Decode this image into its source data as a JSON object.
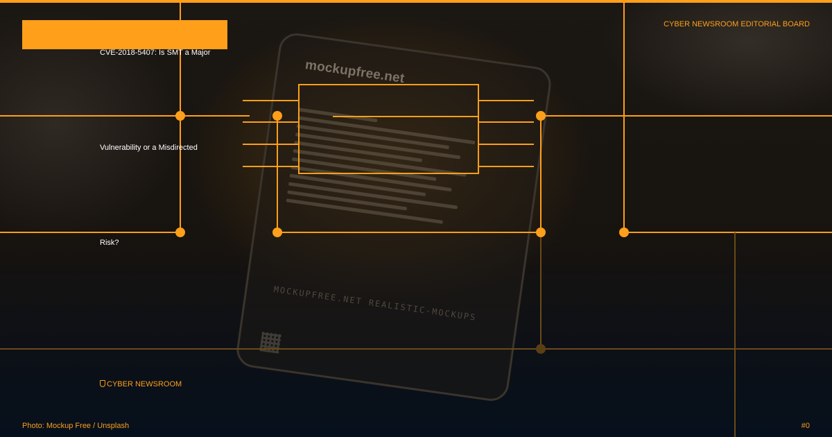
{
  "header": {
    "headline_line1": "CVE-2018-5407: Is SMT a Major",
    "headline_line2": "Vulnerability or a Misdirected",
    "headline_line3": "Risk?",
    "board_label": "CYBER NEWSROOM EDITORIAL BOARD"
  },
  "brand": {
    "label": "CYBER NEWSROOM",
    "icon": "shield-icon"
  },
  "footer": {
    "photo_credit": "Photo: Mockup Free / Unsplash",
    "index": "#0"
  },
  "background_photo": {
    "brand_text": "mockupfree.net",
    "caption": "MOCKUPFREE.NET REALISTIC-MOCKUPS"
  },
  "colors": {
    "accent": "#ff9f1a",
    "text": "#ffffff"
  }
}
